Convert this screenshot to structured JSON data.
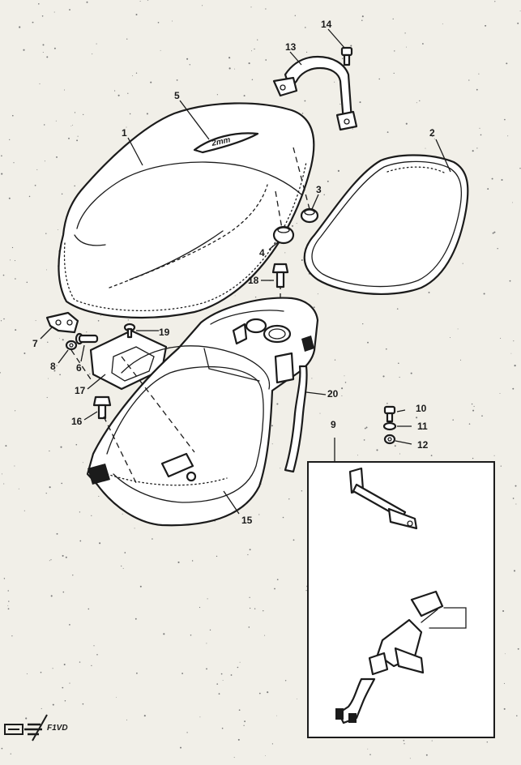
{
  "diagram": {
    "callouts": [
      {
        "id": "c1",
        "text": "1"
      },
      {
        "id": "c2",
        "text": "2"
      },
      {
        "id": "c3",
        "text": "3"
      },
      {
        "id": "c4",
        "text": "4"
      },
      {
        "id": "c5",
        "text": "5"
      },
      {
        "id": "c6",
        "text": "6"
      },
      {
        "id": "c7",
        "text": "7"
      },
      {
        "id": "c8",
        "text": "8"
      },
      {
        "id": "c9",
        "text": "9"
      },
      {
        "id": "c10",
        "text": "10"
      },
      {
        "id": "c11",
        "text": "11"
      },
      {
        "id": "c12",
        "text": "12"
      },
      {
        "id": "c13",
        "text": "13"
      },
      {
        "id": "c14",
        "text": "14"
      },
      {
        "id": "c15",
        "text": "15"
      },
      {
        "id": "c16a",
        "text": "16"
      },
      {
        "id": "c16b",
        "text": "16"
      },
      {
        "id": "c17",
        "text": "17"
      },
      {
        "id": "c18",
        "text": "18"
      },
      {
        "id": "c19",
        "text": "19"
      },
      {
        "id": "c20",
        "text": "20"
      }
    ],
    "badge": {
      "text": "F1VD"
    }
  }
}
